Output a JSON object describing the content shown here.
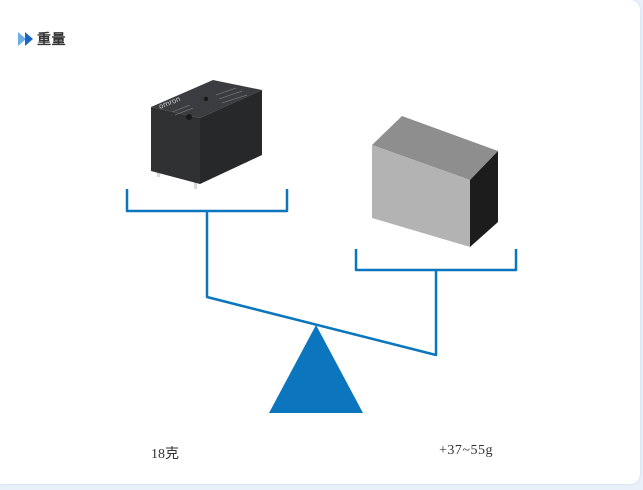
{
  "section": {
    "title": "重量",
    "icon": "double-arrow-right-icon"
  },
  "diagram": {
    "type": "balance-scale",
    "left_item": {
      "name": "relay",
      "brand_text": "omron",
      "weight_label": "18克"
    },
    "right_item": {
      "name": "gray-block",
      "weight_label": "+37~55g"
    },
    "colors": {
      "accent": "#0b76bd",
      "arrow_light": "#6aaee6",
      "arrow_dark": "#1a66c2",
      "relay_body": "#2c2e30",
      "block_front": "#b3b3b3",
      "block_top": "#8e8e8e",
      "block_side": "#1c1c1c"
    }
  }
}
